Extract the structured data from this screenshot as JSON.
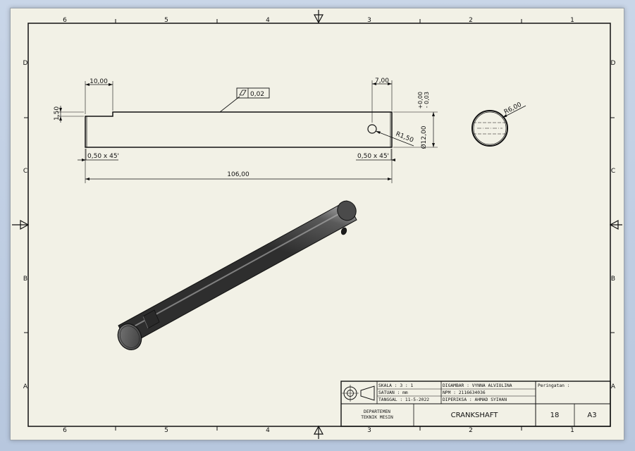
{
  "zones": {
    "columns": [
      "6",
      "5",
      "4",
      "3",
      "2",
      "1"
    ],
    "rows": [
      "D",
      "C",
      "B",
      "A"
    ]
  },
  "dimensions": {
    "step_length": "10,00",
    "hole_offset": "7,00",
    "flat_depth": "1,50",
    "flatness": "0,02",
    "diameter": "Ø12,00",
    "tol_upper": "+0,00",
    "tol_lower": "- 0,03",
    "hole_radius": "R1,50",
    "chamfer_left": "0,50 x 45'",
    "chamfer_right": "0,50 x 45'",
    "total_length": "106,00",
    "section_radius": "R6,00"
  },
  "title_block": {
    "scale": "SKALA      : 3 : 1",
    "units": "SATUAN    : mm",
    "date": "TANGGAL : 11-5-2022",
    "drawn_by": "DIGAMBAR : VYNNA ALVIOLINA",
    "student_id": "NPM         : 2116634036",
    "checked_by": "DIPERIKSA : AHMAD SYIHAN",
    "notes_label": "Peringatan :",
    "department_line1": "DEPARTEMEN",
    "department_line2": "TEKNIK MESIN",
    "part_name": "CRANKSHAFT",
    "sheet_number": "18",
    "paper_size": "A3"
  },
  "colors": {
    "paper": "#f2f1e6",
    "line": "#111111",
    "shaft_dark": "#3a3a3a",
    "shaft_light": "#8c8c8c"
  }
}
